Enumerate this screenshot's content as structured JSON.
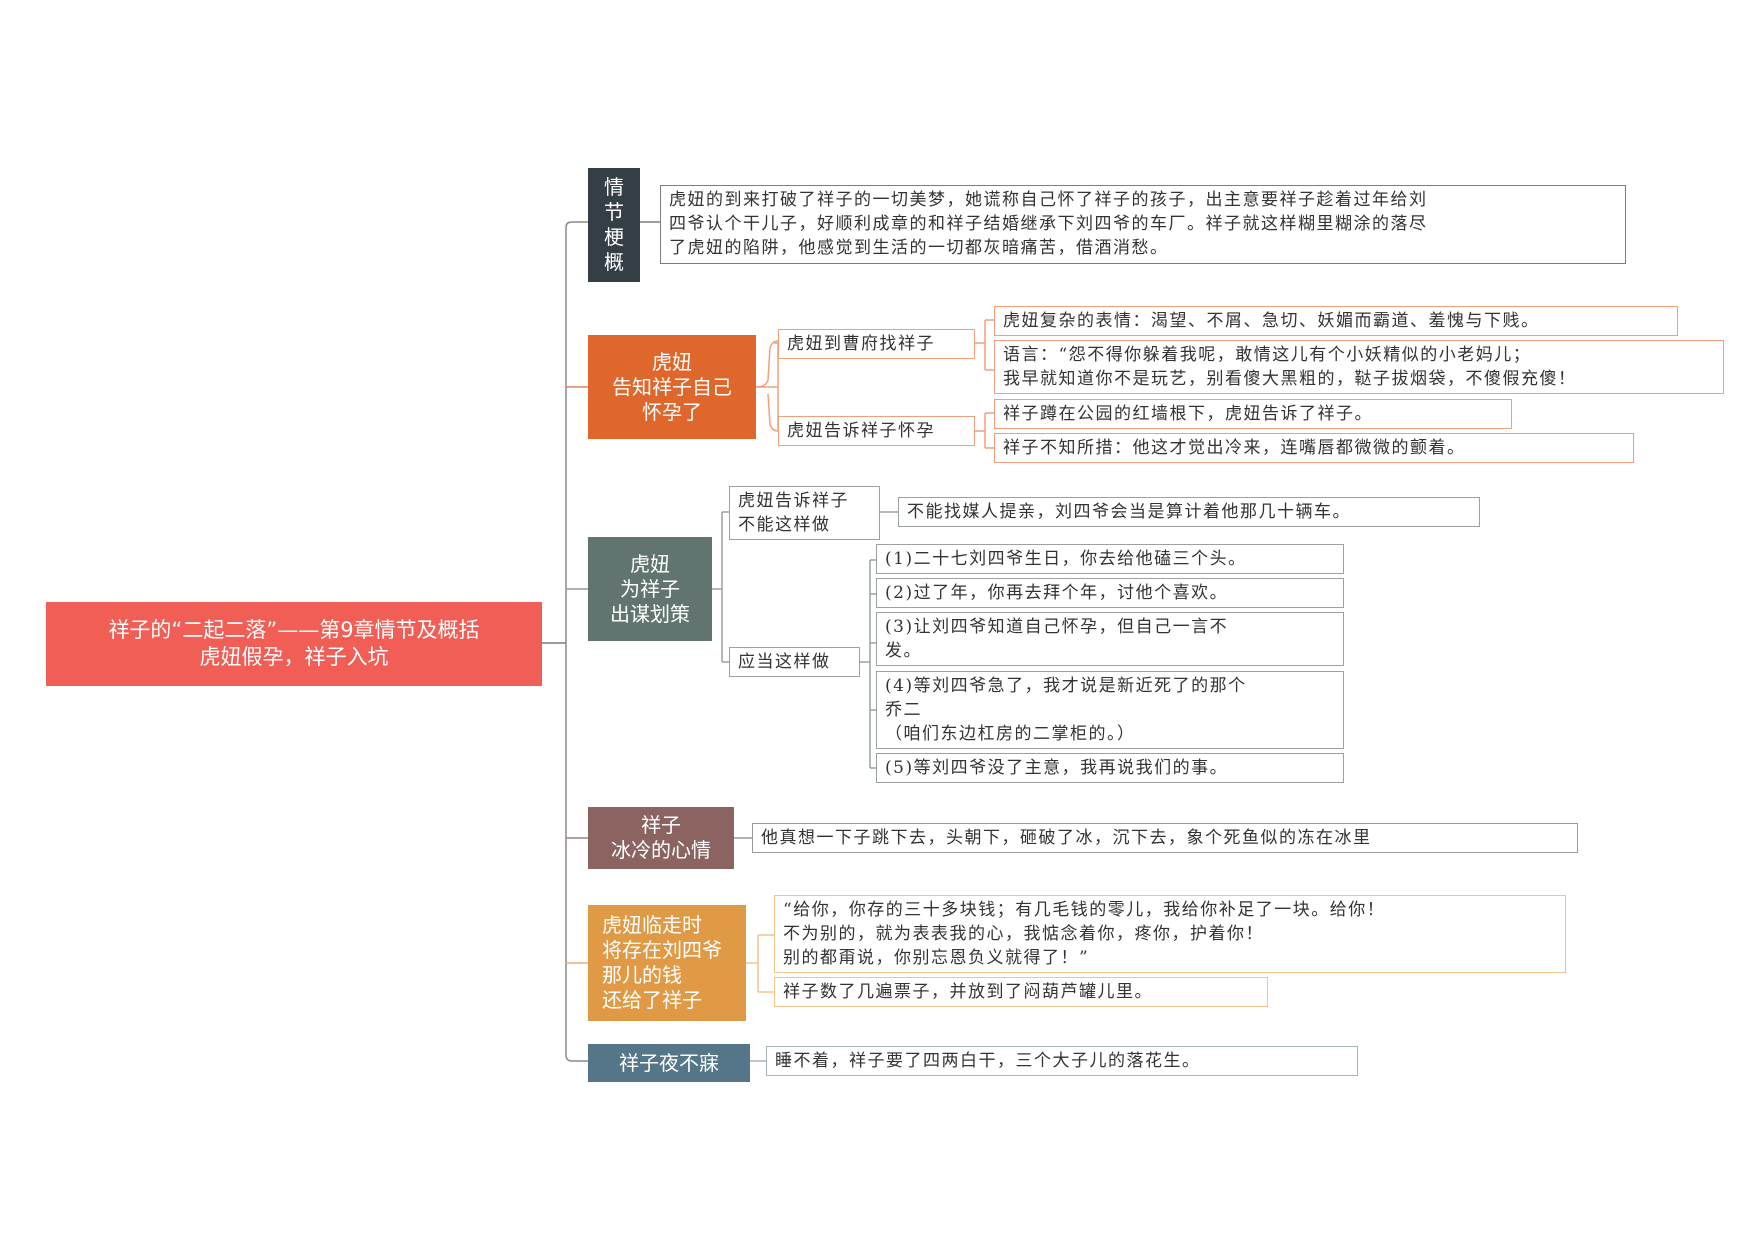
{
  "title": "祥子的“二起二落”——第9章情节及概括\n虎妞假孕，祥子入坑",
  "colors": {
    "root": "#f05e55",
    "plot": "#333e45",
    "pregnant": "#e0672c",
    "scheme": "#62746f",
    "mood": "#8b6461",
    "money": "#e09a45",
    "night": "#557688"
  },
  "branches": {
    "plot": {
      "label": "情\n节\n梗\n概",
      "text": "虎妞的到来打破了祥子的一切美梦，她谎称自己怀了祥子的孩子，出主意要祥子趁着过年给刘\n四爷认个干儿子，好顺利成章的和祥子结婚继承下刘四爷的车厂。祥子就这样糊里糊涂的落尽\n了虎妞的陷阱，他感觉到生活的一切都灰暗痛苦，借酒消愁。"
    },
    "pregnant": {
      "label": "虎妞\n告知祥子自己\n怀孕了",
      "sub1": {
        "label": "虎妞到曹府找祥子",
        "items": [
          "虎妞复杂的表情：渴望、不屑、急切、妖媚而霸道、羞愧与下贱。",
          "语言：“怨不得你躲着我呢，敢情这儿有个小妖精似的小老妈儿；\n我早就知道你不是玩艺，别看傻大黑粗的，鞑子拔烟袋，不傻假充傻！"
        ]
      },
      "sub2": {
        "label": "虎妞告诉祥子怀孕",
        "items": [
          "祥子蹲在公园的红墙根下，虎妞告诉了祥子。",
          "祥子不知所措：他这才觉出冷来，连嘴唇都微微的颤着。"
        ]
      }
    },
    "scheme": {
      "label": "虎妞\n为祥子\n出谋划策",
      "sub1": {
        "label": "虎妞告诉祥子\n不能这样做",
        "items": [
          "不能找媒人提亲，刘四爷会当是算计着他那几十辆车。"
        ]
      },
      "sub2": {
        "label": "应当这样做",
        "items": [
          "(1)二十七刘四爷生日，你去给他磕三个头。",
          "(2)过了年，你再去拜个年，讨他个喜欢。",
          "(3)让刘四爷知道自己怀孕，但自己一言不\n发。",
          "(4)等刘四爷急了，我才说是新近死了的那个\n乔二\n（咱们东边杠房的二掌柜的。）",
          "(5)等刘四爷没了主意，我再说我们的事。"
        ]
      }
    },
    "mood": {
      "label": "祥子\n冰冷的心情",
      "text": "他真想一下子跳下去，头朝下，砸破了冰，沉下去，象个死鱼似的冻在冰里"
    },
    "money": {
      "label": "虎妞临走时\n将存在刘四爷\n那儿的钱\n还给了祥子",
      "items": [
        "“给你，你存的三十多块钱；有几毛钱的零儿，我给你补足了一块。给你！\n不为别的，就为表表我的心，我惦念着你，疼你，护着你！\n别的都甭说，你别忘恩负义就得了！”",
        "祥子数了几遍票子，并放到了闷葫芦罐儿里。"
      ]
    },
    "night": {
      "label": "祥子夜不寐",
      "text": "睡不着，祥子要了四两白干，三个大子儿的落花生。"
    }
  }
}
